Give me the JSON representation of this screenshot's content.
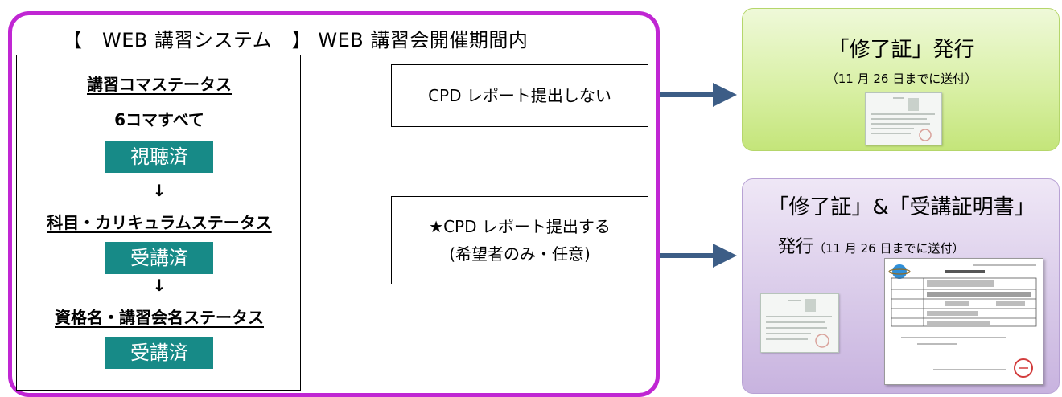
{
  "main": {
    "title": "【　WEB 講習システム　】 WEB 講習会開催期間内"
  },
  "status": {
    "course_status_label": "講習コマステータス",
    "course_condition": "6コマすべて",
    "course_badge": "視聴済",
    "subject_status_label": "科目・カリキュラムステータス",
    "subject_badge": "受講済",
    "qual_status_label": "資格名・講習会名ステータス",
    "qual_badge": "受講済",
    "arrow_glyph": "↓"
  },
  "options": {
    "no_report": "CPD レポート提出しない",
    "report_line1": "★CPD レポート提出する",
    "report_line2": "(希望者のみ・任意)"
  },
  "results": {
    "certificate_title": "「修了証」発行",
    "certificate_note": "（11 月 26 日までに送付）",
    "both_title": "「修了証」&「受講証明書」",
    "both_issue": "発行",
    "both_note": "（11 月 26 日までに送付）"
  },
  "colors": {
    "frame_magenta": "#c026d3",
    "badge_teal": "#178a87",
    "arrow_navy": "#3c5d86",
    "green_box": "#d9f0a6",
    "purple_box": "#d7c8e8"
  }
}
